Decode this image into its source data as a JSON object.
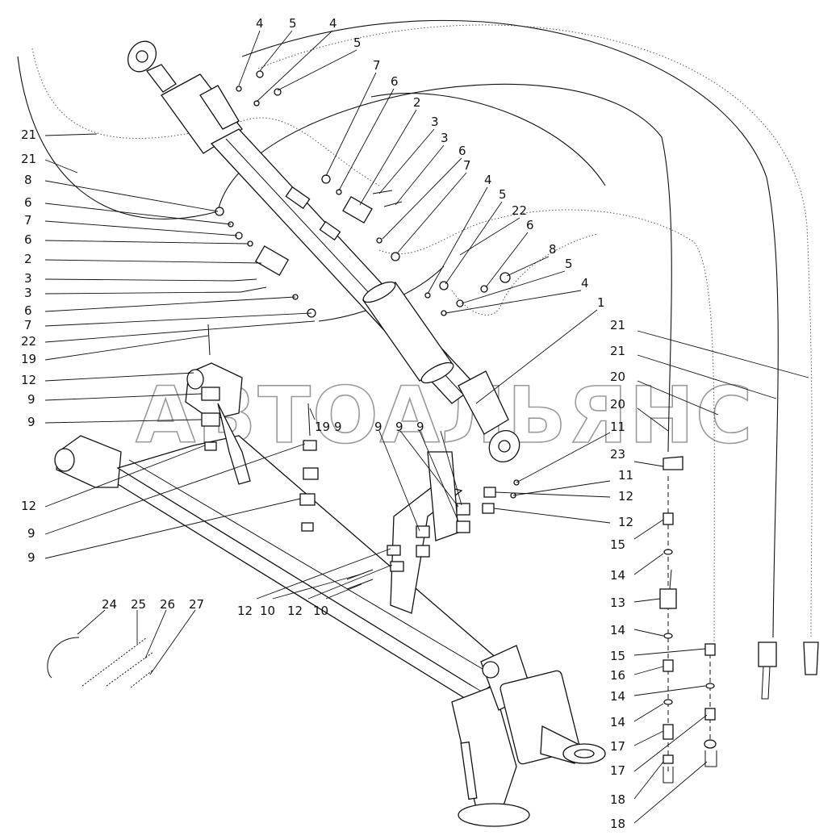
{
  "watermark": "АВТОАЛЬЯНС",
  "callouts": [
    {
      "id": "c1",
      "text": "4"
    },
    {
      "id": "c2",
      "text": "5"
    },
    {
      "id": "c3",
      "text": "4"
    },
    {
      "id": "c4",
      "text": "5"
    },
    {
      "id": "c5",
      "text": "7"
    },
    {
      "id": "c6",
      "text": "6"
    },
    {
      "id": "c7",
      "text": "2"
    },
    {
      "id": "c8",
      "text": "3"
    },
    {
      "id": "c9",
      "text": "3"
    },
    {
      "id": "c10",
      "text": "6"
    },
    {
      "id": "c11",
      "text": "7"
    },
    {
      "id": "c12",
      "text": "4"
    },
    {
      "id": "c13",
      "text": "5"
    },
    {
      "id": "c14",
      "text": "22"
    },
    {
      "id": "c15",
      "text": "6"
    },
    {
      "id": "c16",
      "text": "8"
    },
    {
      "id": "c17",
      "text": "5"
    },
    {
      "id": "c18",
      "text": "4"
    },
    {
      "id": "c19",
      "text": "1"
    },
    {
      "id": "c20",
      "text": "21"
    },
    {
      "id": "c21",
      "text": "21"
    },
    {
      "id": "c22",
      "text": "8"
    },
    {
      "id": "c23",
      "text": "6"
    },
    {
      "id": "c24",
      "text": "7"
    },
    {
      "id": "c25",
      "text": "6"
    },
    {
      "id": "c26",
      "text": "2"
    },
    {
      "id": "c27",
      "text": "3"
    },
    {
      "id": "c28",
      "text": "3"
    },
    {
      "id": "c29",
      "text": "6"
    },
    {
      "id": "c30",
      "text": "7"
    },
    {
      "id": "c31",
      "text": "22"
    },
    {
      "id": "c32",
      "text": "19"
    },
    {
      "id": "c33",
      "text": "12"
    },
    {
      "id": "c34",
      "text": "9"
    },
    {
      "id": "c35",
      "text": "9"
    },
    {
      "id": "c36",
      "text": "12"
    },
    {
      "id": "c37",
      "text": "9"
    },
    {
      "id": "c38",
      "text": "9"
    },
    {
      "id": "c39",
      "text": "19"
    },
    {
      "id": "c40",
      "text": "9"
    },
    {
      "id": "c41",
      "text": "9"
    },
    {
      "id": "c42",
      "text": "9"
    },
    {
      "id": "c43",
      "text": "9"
    },
    {
      "id": "c44",
      "text": "12"
    },
    {
      "id": "c45",
      "text": "10"
    },
    {
      "id": "c46",
      "text": "12"
    },
    {
      "id": "c47",
      "text": "10"
    },
    {
      "id": "c48",
      "text": "21"
    },
    {
      "id": "c49",
      "text": "21"
    },
    {
      "id": "c50",
      "text": "20"
    },
    {
      "id": "c51",
      "text": "20"
    },
    {
      "id": "c52",
      "text": "11"
    },
    {
      "id": "c53",
      "text": "23"
    },
    {
      "id": "c54",
      "text": "11"
    },
    {
      "id": "c55",
      "text": "12"
    },
    {
      "id": "c56",
      "text": "12"
    },
    {
      "id": "c57",
      "text": "15"
    },
    {
      "id": "c58",
      "text": "14"
    },
    {
      "id": "c59",
      "text": "13"
    },
    {
      "id": "c60",
      "text": "14"
    },
    {
      "id": "c61",
      "text": "15"
    },
    {
      "id": "c62",
      "text": "16"
    },
    {
      "id": "c63",
      "text": "14"
    },
    {
      "id": "c64",
      "text": "14"
    },
    {
      "id": "c65",
      "text": "17"
    },
    {
      "id": "c66",
      "text": "17"
    },
    {
      "id": "c67",
      "text": "18"
    },
    {
      "id": "c68",
      "text": "18"
    },
    {
      "id": "c69",
      "text": "24"
    },
    {
      "id": "c70",
      "text": "25"
    },
    {
      "id": "c71",
      "text": "26"
    },
    {
      "id": "c72",
      "text": "27"
    }
  ]
}
